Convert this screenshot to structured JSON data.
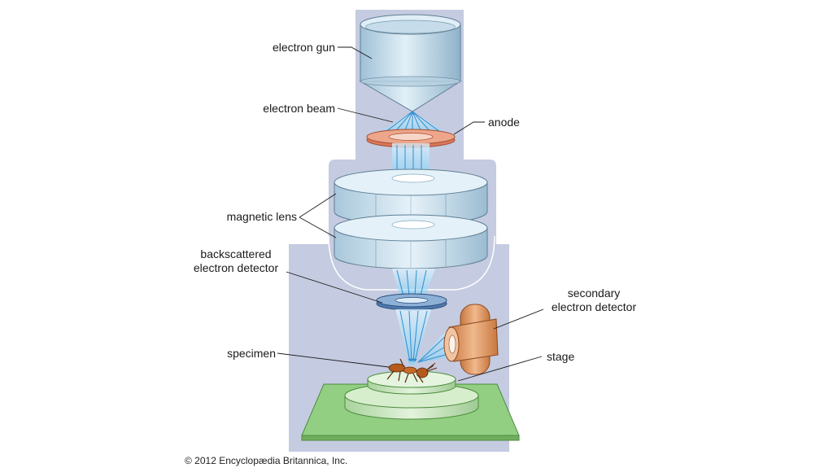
{
  "labels": {
    "electron_gun": "electron gun",
    "electron_beam": "electron beam",
    "anode": "anode",
    "magnetic_lens": "magnetic lens",
    "backscattered_detector": [
      "backscattered",
      "electron detector"
    ],
    "secondary_detector": [
      "secondary",
      "electron detector"
    ],
    "specimen": "specimen",
    "stage": "stage"
  },
  "copyright": "© 2012 Encyclopædia Britannica, Inc.",
  "colors": {
    "housing": "#c5cbe0",
    "lens_body": "#b8d6e8",
    "anode": "#e8967a",
    "beam": "#6ec6f0",
    "backscatter_ring": "#6f93c2",
    "secondary_detector": "#d9905a",
    "stage": "#b9dcb0",
    "stage_plate": "#8fcf7f"
  }
}
